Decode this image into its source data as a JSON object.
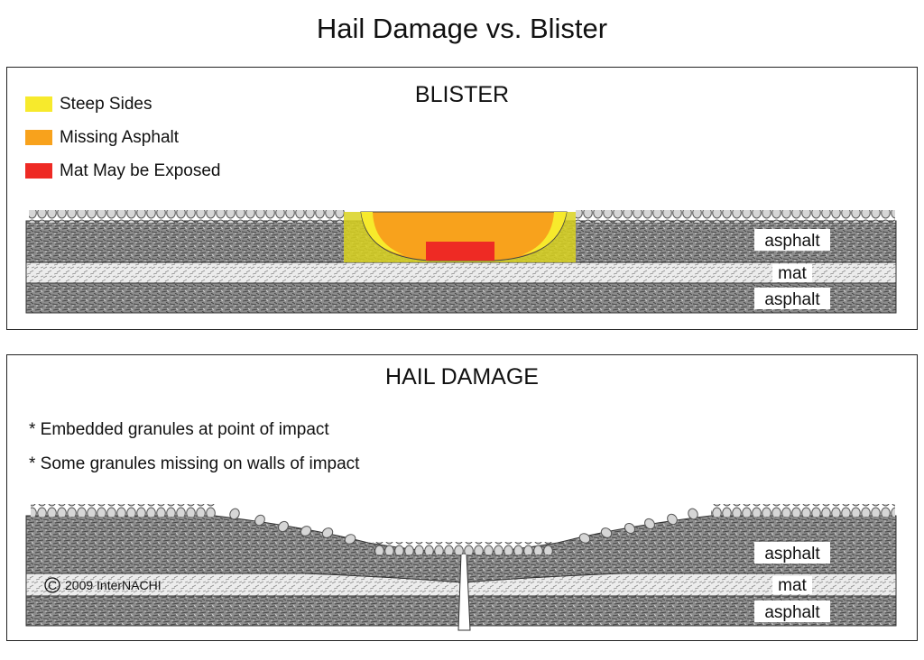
{
  "title": "Hail Damage vs. Blister",
  "blister": {
    "heading": "BLISTER",
    "legend": [
      {
        "label": "Steep Sides",
        "color": "#f7ea2c"
      },
      {
        "label": "Missing Asphalt",
        "color": "#f8a21c"
      },
      {
        "label": "Mat May be Exposed",
        "color": "#ee2a24"
      }
    ],
    "layers": {
      "top": "asphalt",
      "middle": "mat",
      "bottom": "asphalt"
    }
  },
  "hail": {
    "heading": "HAIL DAMAGE",
    "notes": [
      "* Embedded granules at point of impact",
      "* Some granules missing on walls of impact"
    ],
    "layers": {
      "top": "asphalt",
      "middle": "mat",
      "bottom": "asphalt"
    },
    "copyright": "2009 InterNACHI",
    "copyright_symbol": "C"
  }
}
